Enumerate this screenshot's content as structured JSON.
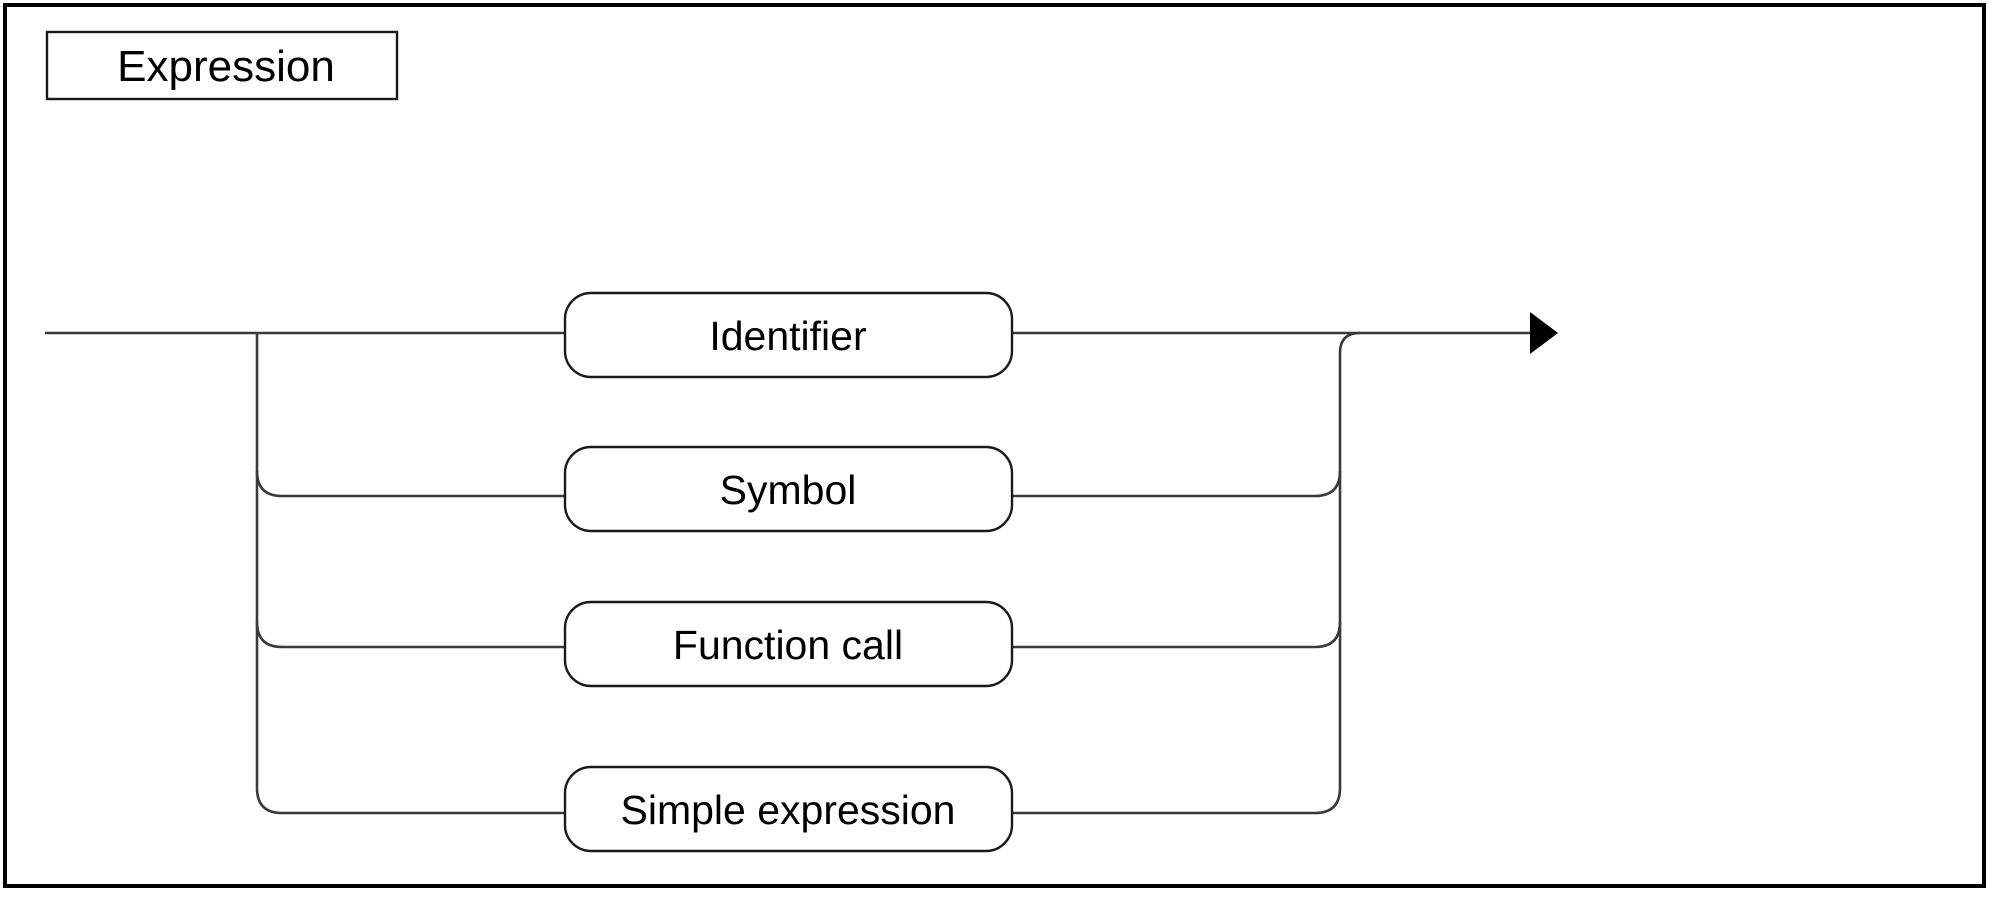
{
  "diagram": {
    "kind": "railroad-syntax-diagram",
    "title": "Expression",
    "entry_arrow": "right",
    "branches": [
      {
        "label": "Identifier"
      },
      {
        "label": "Symbol"
      },
      {
        "label": "Function call"
      },
      {
        "label": "Simple expression"
      }
    ]
  },
  "colors": {
    "line": "#3a3a3a",
    "box_border": "#1a1a1a",
    "frame": "#000000",
    "text": "#000000",
    "arrow": "#000000",
    "background": "#ffffff"
  }
}
